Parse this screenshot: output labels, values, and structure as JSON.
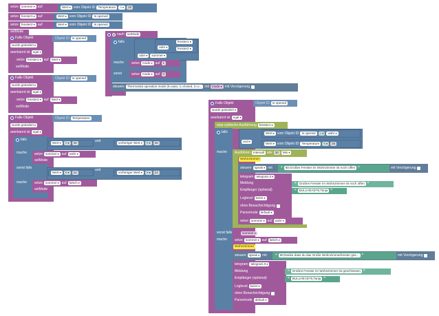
{
  "kw": {
    "setze": "setze",
    "auf": "auf",
    "vom_objekt_id": "vom Objekt ID",
    "falls_objekt": "Falls Objekt",
    "wurde_geaendert": "wurde geändert",
    "anerkannt_ist": "anerkannt ist",
    "falls": "falls",
    "mache": "mache",
    "sonst": "sonst",
    "sonst_falls": "sonst falls",
    "und": "und",
    "oder": "oder",
    "nach": "nach",
    "steuere": "steuere",
    "mit": "mit",
    "mit_verzoegerung": "mit Verzögerung",
    "stop_zyklische": "stop zyklische Ausführung",
    "ausfuehren": "Ausführen",
    "intervall": "Intervall",
    "alle": "alle",
    "min": "Min",
    "telegram": "telegram",
    "meldung": "Meldung",
    "empfaenger": "Empfänger (optional)",
    "loglevel": "Loglevel",
    "ohne_benachrichtigung": "ohne Benachrichtigung",
    "parsemode": "Parsemode"
  },
  "values": {
    "wert": "Wert",
    "temperature": "Temperature",
    "is_opened": "Is opened",
    "objekt_id": "Objekt ID",
    "sommer": "sommer",
    "fenster1": "fenster1",
    "fenster2": "fenster2",
    "mode": "mode",
    "ergal": "egal",
    "setmode": "setMode",
    "wahr": "wahr",
    "falsch": "falsch",
    "gt": ">",
    "lt": "<",
    "eq": "=",
    "ge": "≥",
    "n25": "25",
    "n24": "24",
    "n1": "1",
    "n0": "0",
    "n30": "30",
    "vorheriger_wert": "vorheriger Wert",
    "thermostat": "Thermostat operation mode (0=auto, 1=closed, 2=o...",
    "wohnzimmer": "Wohnzimmer",
    "speak": "speak",
    "telegram0": "telegram.0",
    "keins": "keins",
    "default": "default",
    "msg_offen": "60;Großes Fenster im Wohnzimmer ist noch offen",
    "msg_offen2": "Großes Fenster im Wohnzimmer ist noch offen",
    "user": "BULLHEAD76,Tanja",
    "msg_danke": "60;Danke dass du das Große Wohnzimmerfenster ges...",
    "msg_zu": "Großes Fenster im Wohnzimmer ist geschlossen"
  }
}
